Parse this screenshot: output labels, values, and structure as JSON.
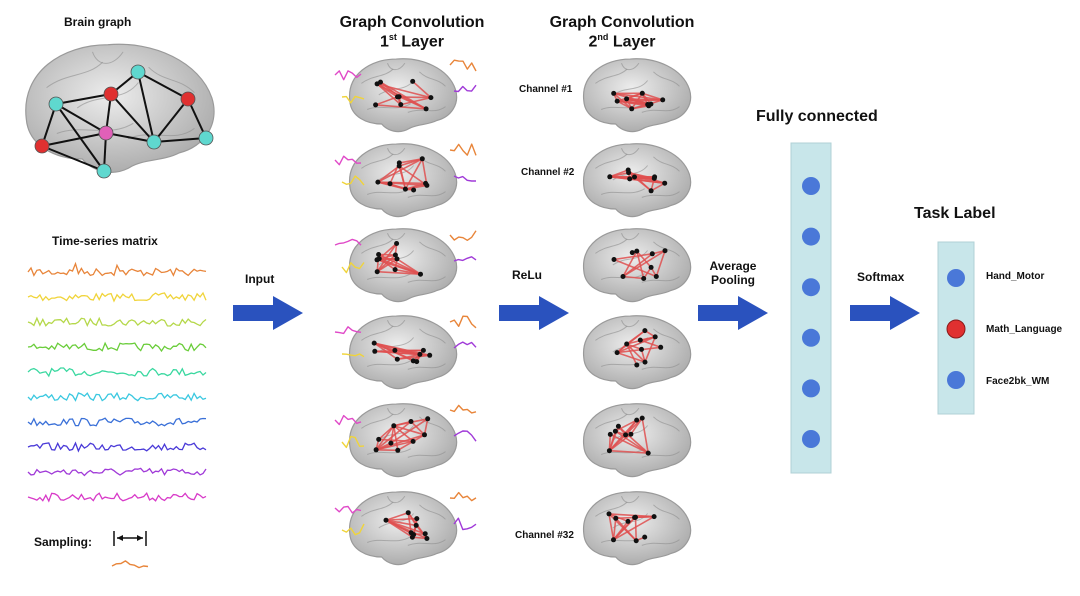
{
  "brain_graph": {
    "title": "Brain graph"
  },
  "time_series": {
    "title": "Time-series matrix",
    "sampling_label": "Sampling:"
  },
  "gc1": {
    "title": "Graph Convolution",
    "layer_num": "1",
    "layer_sup": "st",
    "layer_word": "Layer"
  },
  "gc2": {
    "title": "Graph Convolution",
    "layer_num": "2",
    "layer_sup": "nd",
    "layer_word": "Layer"
  },
  "arrows": {
    "input": "Input",
    "relu": "ReLu",
    "pool_line1": "Average",
    "pool_line2": "Pooling",
    "softmax": "Softmax"
  },
  "channels": {
    "first": "Channel #1",
    "second": "Channel #2",
    "last": "Channel #32"
  },
  "fully_connected": {
    "title": "Fully connected",
    "node_count": 6
  },
  "task": {
    "title": "Task Label",
    "labels": [
      "Hand_Motor",
      "Math_Language",
      "Face2bk_WM"
    ],
    "selected_index": 1
  },
  "colors": {
    "arrow": "#2a52be",
    "fc_box": "#c8e6ea",
    "fc_node": "#4a78d8",
    "selected_node": "#e03030",
    "edge": "#e05050",
    "series": [
      "#e8853a",
      "#f0d43a",
      "#b5d84a",
      "#6acd3a",
      "#3ad8a0",
      "#3ac8e0",
      "#3a70d8",
      "#4a3ad8",
      "#a03ad8",
      "#d83ac8"
    ]
  }
}
